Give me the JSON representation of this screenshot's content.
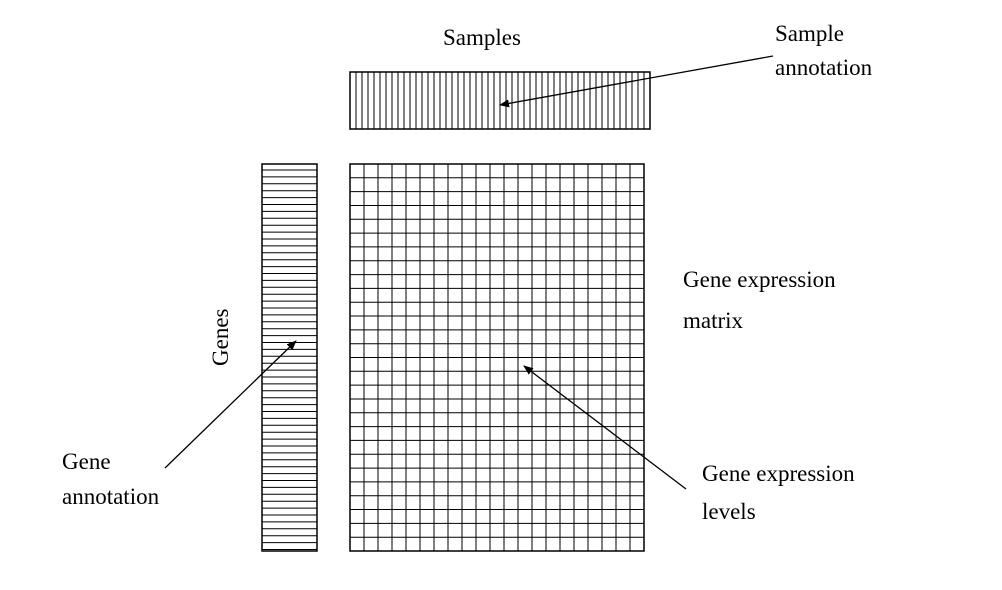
{
  "labels": {
    "samples": "Samples",
    "sample_annotation_line1": "Sample",
    "sample_annotation_line2": "annotation",
    "genes": "Genes",
    "gene_annotation_line1": "Gene",
    "gene_annotation_line2": "annotation",
    "gene_expression_matrix_line1": "Gene expression",
    "gene_expression_matrix_line2": "matrix",
    "gene_expression_levels_line1": "Gene expression",
    "gene_expression_levels_line2": "levels"
  },
  "colors": {
    "ink": "#000000",
    "background": "#ffffff"
  }
}
